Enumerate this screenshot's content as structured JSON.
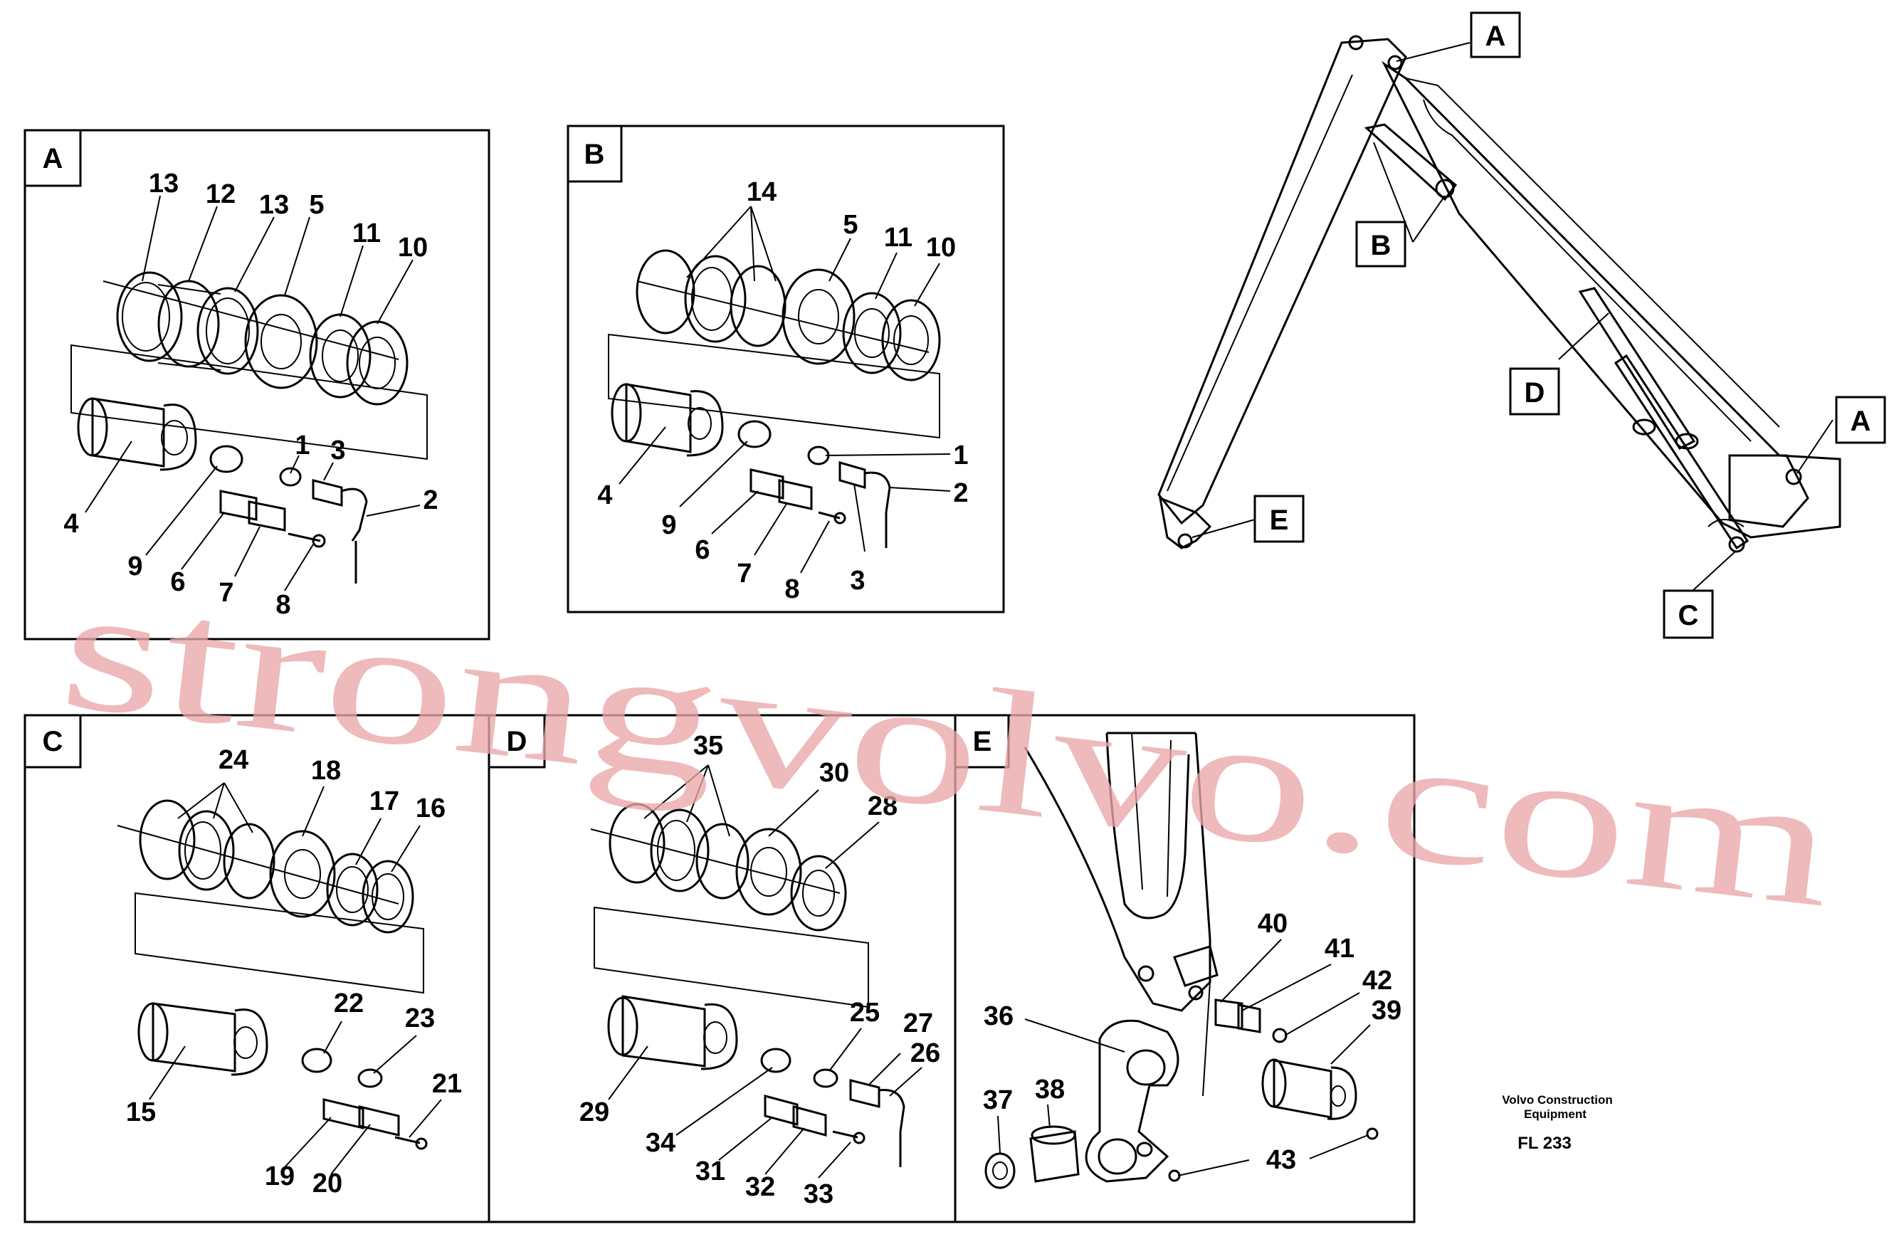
{
  "panels": {
    "A": {
      "letter": "A",
      "labels": [
        "13",
        "12",
        "13",
        "5",
        "11",
        "10",
        "4",
        "9",
        "1",
        "3",
        "2",
        "6",
        "7",
        "8"
      ]
    },
    "B": {
      "letter": "B",
      "labels": [
        "14",
        "5",
        "11",
        "10",
        "1",
        "2",
        "4",
        "9",
        "6",
        "7",
        "8",
        "3"
      ]
    },
    "C": {
      "letter": "C",
      "labels": [
        "24",
        "18",
        "17",
        "16",
        "22",
        "23",
        "15",
        "21",
        "19",
        "20"
      ]
    },
    "D": {
      "letter": "D",
      "labels": [
        "35",
        "30",
        "28",
        "25",
        "27",
        "26",
        "29",
        "34",
        "31",
        "32",
        "33"
      ]
    },
    "E": {
      "letter": "E",
      "labels": [
        "40",
        "41",
        "42",
        "39",
        "36",
        "38",
        "37",
        "43"
      ]
    }
  },
  "overview": {
    "callouts": [
      "A",
      "B",
      "D",
      "A",
      "E",
      "C"
    ]
  },
  "footer": {
    "company_line1": "Volvo Construction",
    "company_line2": "Equipment",
    "code": "FL 233"
  },
  "watermark": {
    "text": "strongvolvo.com",
    "color": "#e9a6a8"
  }
}
